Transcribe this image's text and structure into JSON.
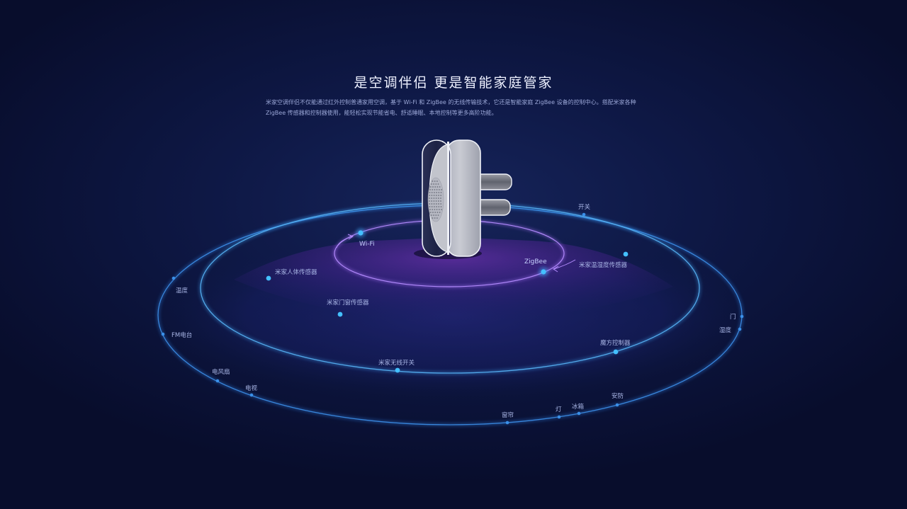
{
  "heading": {
    "title": "是空调伴侣 更是智能家庭管家",
    "description": "米家空调伴侣不仅能通过红外控制普通家用空调，基于 Wi-Fi 和 ZigBee 的无线传输技术，它还是智能家庭 ZigBee 设备的控制中心。搭配米家各种 ZigBee 传感器和控制器使用，能轻松实现节能省电、舒适睡眠、本地控制等更多高阶功能。"
  },
  "inner_ring": {
    "wifi": "Wi-Fi",
    "zigbee": "ZigBee"
  },
  "middle_ring": {
    "human_sensor": "米家人体传感器",
    "temp_humidity_sensor": "米家温湿度传感器",
    "door_window_sensor": "米家门窗传感器",
    "cube_controller": "魔方控制器",
    "wireless_switch": "米家无线开关"
  },
  "outer_ring": {
    "switch": "开关",
    "temperature": "温度",
    "fm_radio": "FM电台",
    "fan": "电风扇",
    "tv": "电视",
    "curtain": "窗帘",
    "light": "灯",
    "fridge": "冰箱",
    "security": "安防",
    "humidity": "湿度",
    "door": "门"
  },
  "colors": {
    "background": "#0b1238",
    "ring_outer": "#2f7fe0",
    "ring_middle": "#3fa0f0",
    "ring_inner": "#a070f0",
    "node": "#3ab4ff",
    "glow": "#6a2fa8"
  }
}
